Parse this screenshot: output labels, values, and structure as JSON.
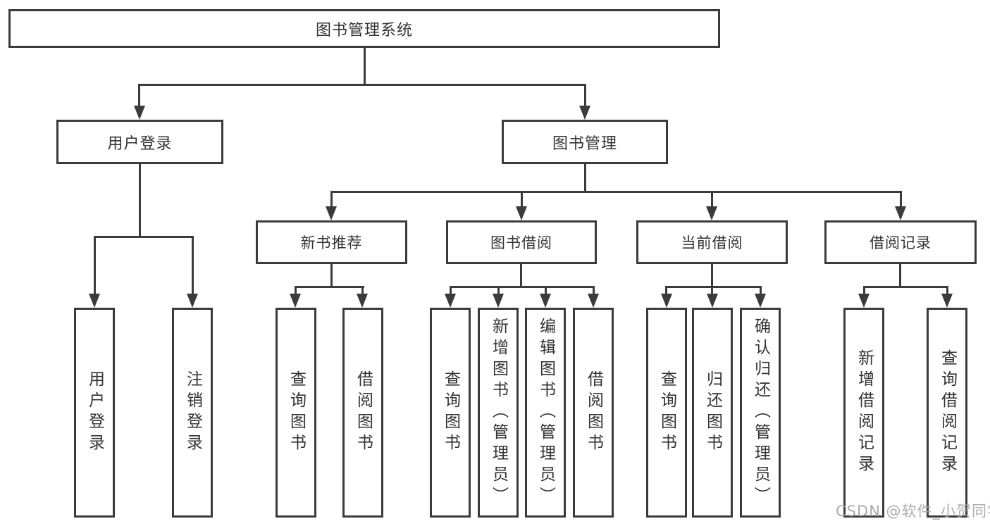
{
  "diagram": {
    "type": "tree-diagram",
    "colors": {
      "line": "#3b3b3b",
      "text": "#333333",
      "watermark_text": "#a8a8a8",
      "background": "#ffffff"
    },
    "nodes": {
      "root": {
        "label": "图书管理系统"
      },
      "branches": [
        {
          "label": "用户登录",
          "children": [
            {
              "label": "用户登录"
            },
            {
              "label": "注销登录"
            }
          ]
        },
        {
          "label": "图书管理",
          "children": [
            {
              "label": "新书推荐",
              "children": [
                {
                  "label": "查询图书"
                },
                {
                  "label": "借阅图书"
                }
              ]
            },
            {
              "label": "图书借阅",
              "children": [
                {
                  "label": "查询图书"
                },
                {
                  "label": "新增图书（管理员）"
                },
                {
                  "label": "编辑图书（管理员）"
                },
                {
                  "label": "借阅图书"
                }
              ]
            },
            {
              "label": "当前借阅",
              "children": [
                {
                  "label": "查询图书"
                },
                {
                  "label": "归还图书"
                },
                {
                  "label": "确认归还（管理员）"
                }
              ]
            },
            {
              "label": "借阅记录",
              "children": [
                {
                  "label": "新增借阅记录"
                },
                {
                  "label": "查询借阅记录"
                }
              ]
            }
          ]
        }
      ]
    }
  },
  "watermark": {
    "text": "CSDN @软件_小贺同学"
  }
}
